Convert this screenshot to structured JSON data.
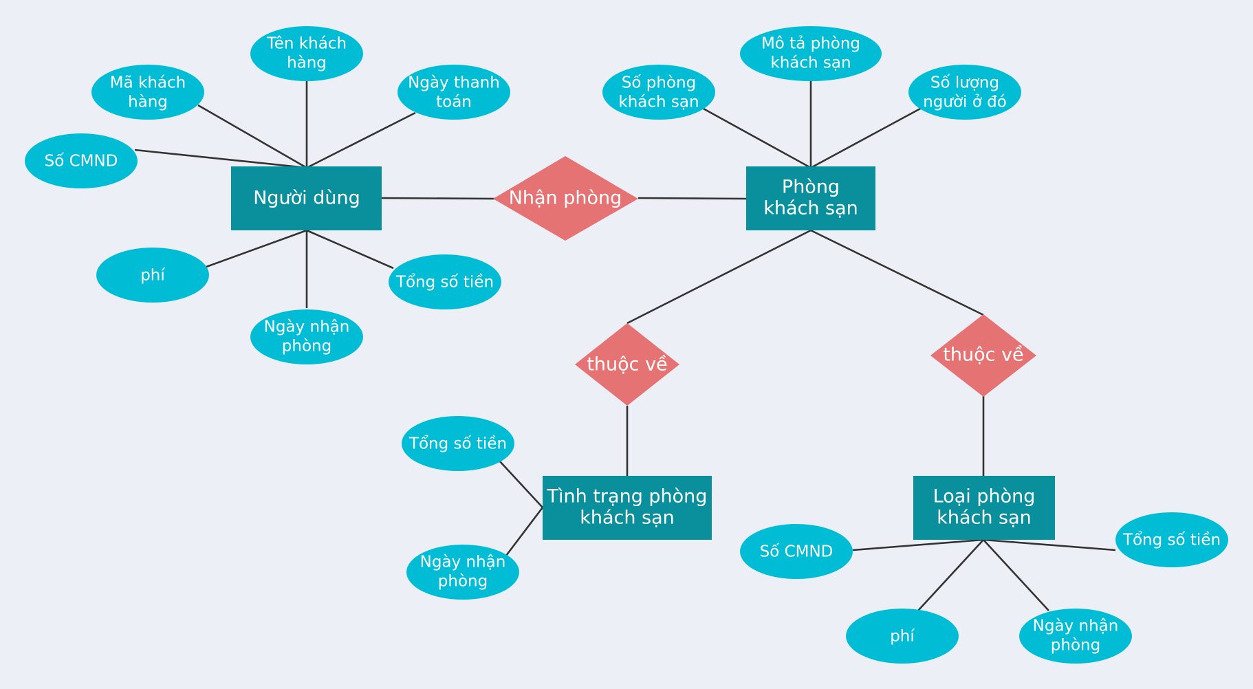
{
  "colors": {
    "background": "#eceff6",
    "attribute": "#00bcd4",
    "entity": "#0a8f9c",
    "relationship": "#e57373",
    "connector": "#333333",
    "text": "#ffffff"
  },
  "entities": {
    "nguoi_dung": "Người dùng",
    "phong": [
      "Phòng",
      "khách sạn"
    ],
    "tinh_trang": [
      "Tình trạng phòng",
      "khách sạn"
    ],
    "loai_phong": [
      "Loại phòng",
      "khách sạn"
    ]
  },
  "relationships": {
    "nhan_phong": "Nhận phòng",
    "thuoc_ve_left": "thuộc về",
    "thuoc_ve_right": "thuộc về"
  },
  "attributes": {
    "nguoi_dung": {
      "ten_khach_hang": [
        "Tên khách",
        "hàng"
      ],
      "ma_khach_hang": [
        "Mã khách",
        "hàng"
      ],
      "ngay_thanh_toan": [
        "Ngày thanh",
        "toán"
      ],
      "so_cmnd": "Số CMND",
      "phi": "phí",
      "tong_so_tien": "Tổng số tiền",
      "ngay_nhan_phong": [
        "Ngày nhận",
        "phòng"
      ]
    },
    "phong": {
      "mo_ta": [
        "Mô tả phòng",
        "khách sạn"
      ],
      "so_phong": [
        "Số phòng",
        "khách sạn"
      ],
      "so_luong": [
        "Số lượng",
        "người ở đó"
      ]
    },
    "tinh_trang": {
      "tong_so_tien": "Tổng số tiền",
      "ngay_nhan_phong": [
        "Ngày nhận",
        "phòng"
      ]
    },
    "loai_phong": {
      "so_cmnd": "Số CMND",
      "tong_so_tien": "Tổng số tiền",
      "phi": "phí",
      "ngay_nhan_phong": [
        "Ngày nhận",
        "phòng"
      ]
    }
  }
}
